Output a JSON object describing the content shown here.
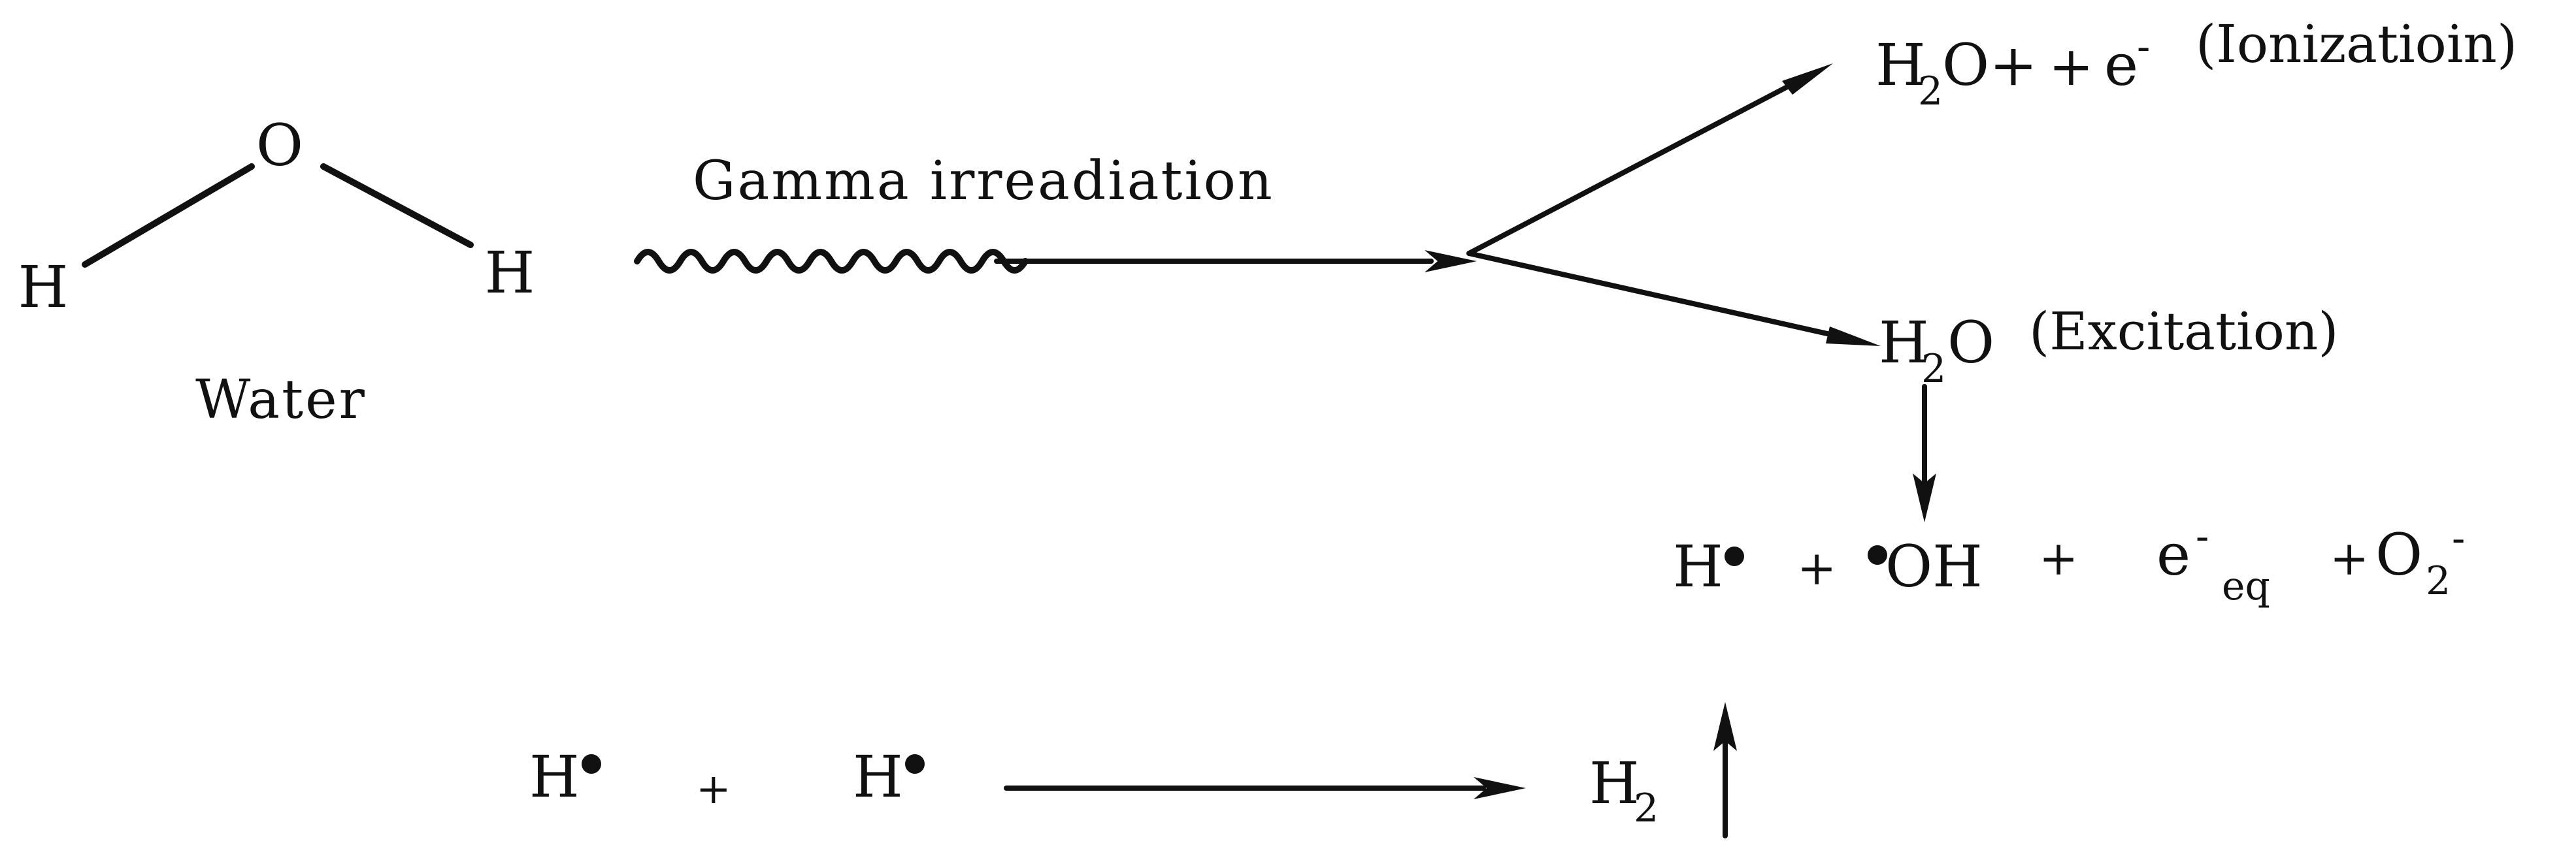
{
  "water": {
    "atom_o": "O",
    "atom_h_left": "H",
    "atom_h_right": "H",
    "caption": "Water"
  },
  "process_label": "Gamma irreadiation",
  "ionization": {
    "h": "H",
    "sub2": "2",
    "o_plus": "O+",
    "plus": "+",
    "e": "e",
    "minus": "-",
    "label": "(Ionizatioin)"
  },
  "excitation": {
    "h": "H",
    "sub2": "2",
    "o": "O",
    "label": "(Excitation)"
  },
  "products": {
    "h": "H",
    "plus1": "+",
    "oh": "OH",
    "plus2": "+",
    "e": "e",
    "e_sup": "-",
    "e_sub": "eq",
    "plus3": "+",
    "o": "O",
    "o_sub": "2",
    "o_sup": "-"
  },
  "recombination": {
    "h1": "H",
    "plus": "+",
    "h2": "H",
    "product": "H",
    "product_sub": "2"
  },
  "colors": {
    "ink": "#111111",
    "background": "#ffffff"
  }
}
